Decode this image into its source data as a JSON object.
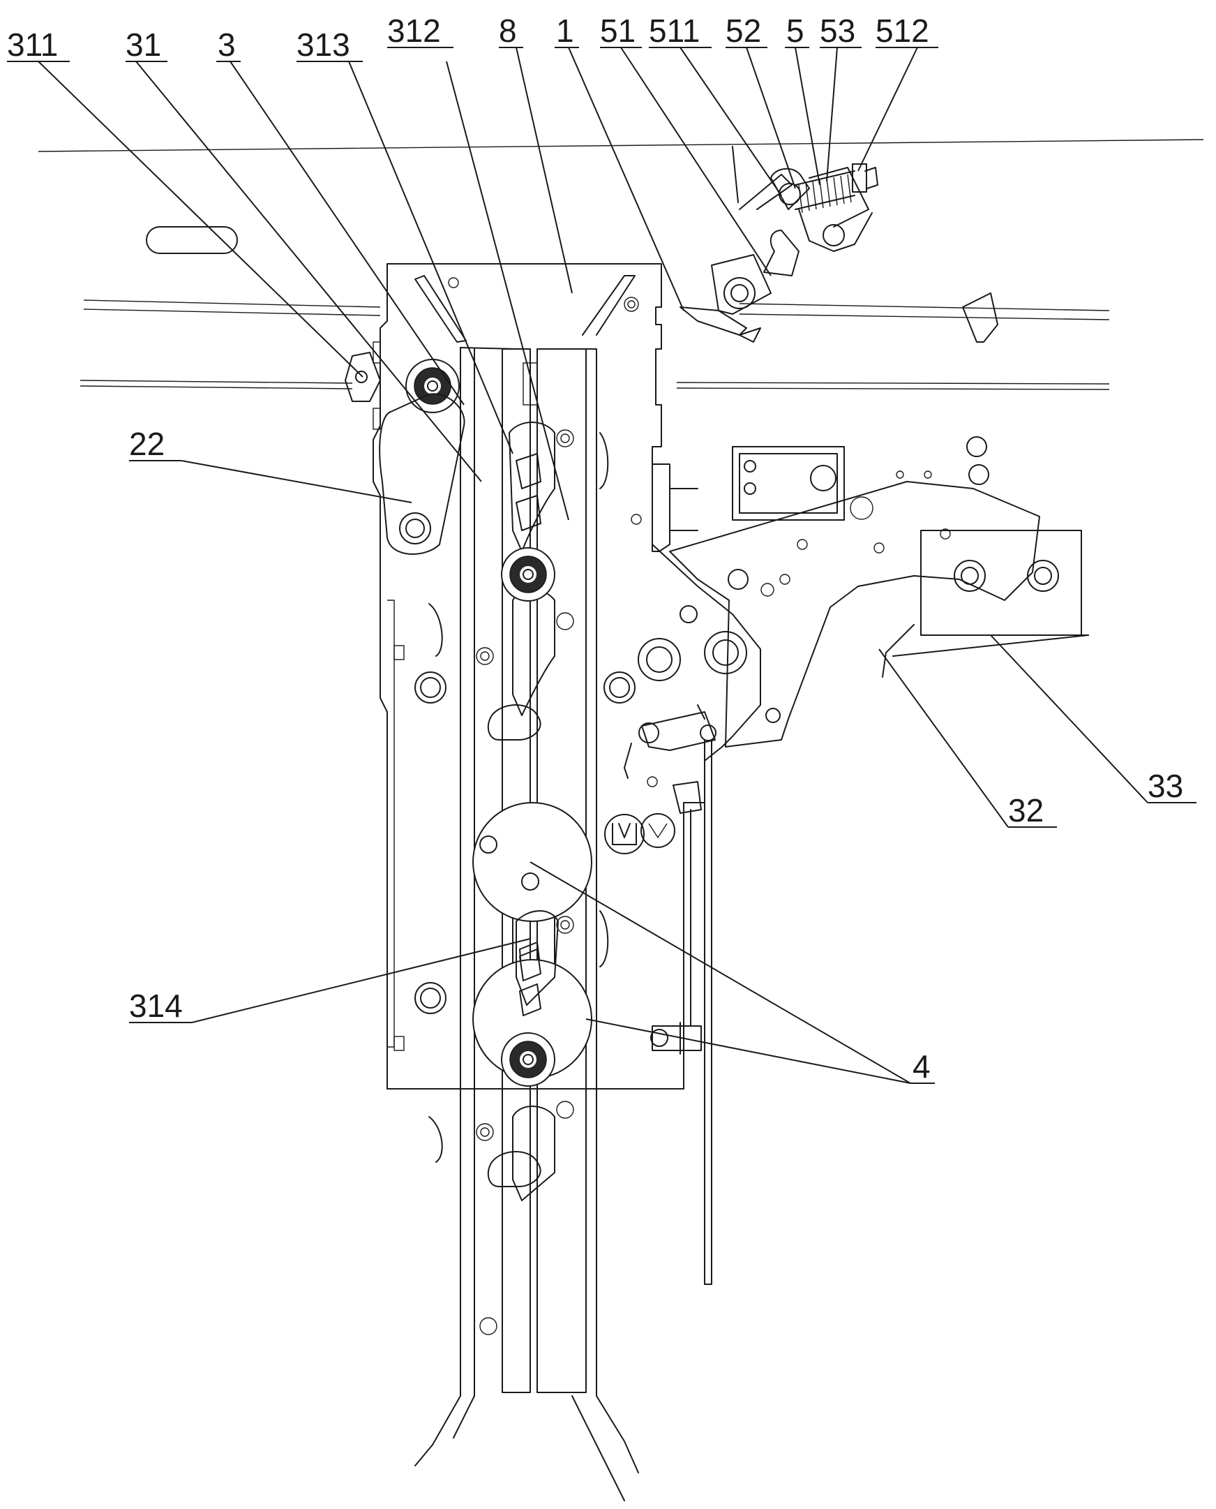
{
  "labels": {
    "l311": "311",
    "l31": "31",
    "l3": "3",
    "l313": "313",
    "l312": "312",
    "l8": "8",
    "l1": "1",
    "l51": "51",
    "l511": "511",
    "l52": "52",
    "l5": "5",
    "l53": "53",
    "l512": "512",
    "l22": "22",
    "l32": "32",
    "l33": "33",
    "l314": "314",
    "l4": "4"
  }
}
